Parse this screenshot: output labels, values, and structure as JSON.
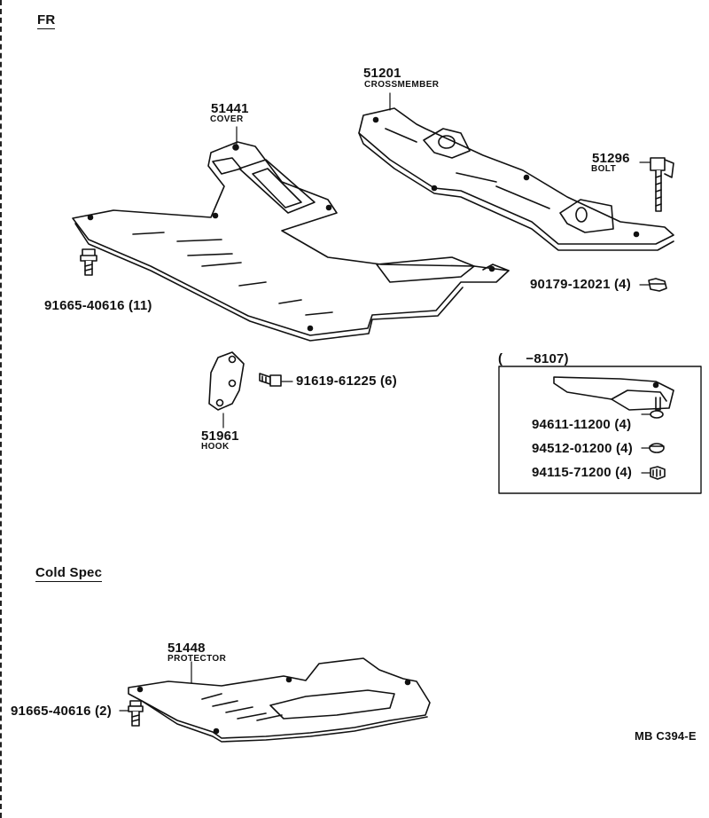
{
  "header": {
    "fr": "FR"
  },
  "parts": {
    "cover": {
      "number": "51441",
      "name": "COVER"
    },
    "crossmember": {
      "number": "51201",
      "name": "CROSSMEMBER"
    },
    "bolt": {
      "number": "51296",
      "name": "BOLT"
    },
    "hook": {
      "number": "51961",
      "name": "HOOK"
    },
    "protector": {
      "number": "51448",
      "name": "PROTECTOR"
    }
  },
  "callouts": {
    "bolt_cover": "91665-40616 (11)",
    "nut_crossmember": "90179-12021 (4)",
    "bolt_hook": "91619-61225 (6)",
    "bolt_protector": "91665-40616 (2)"
  },
  "inset": {
    "title": "(      −8107)",
    "items": [
      "94611-11200 (4)",
      "94512-01200 (4)",
      "94115-71200 (4)"
    ]
  },
  "section": {
    "cold_spec": "Cold Spec"
  },
  "footer": {
    "code": "MB C394-E"
  }
}
